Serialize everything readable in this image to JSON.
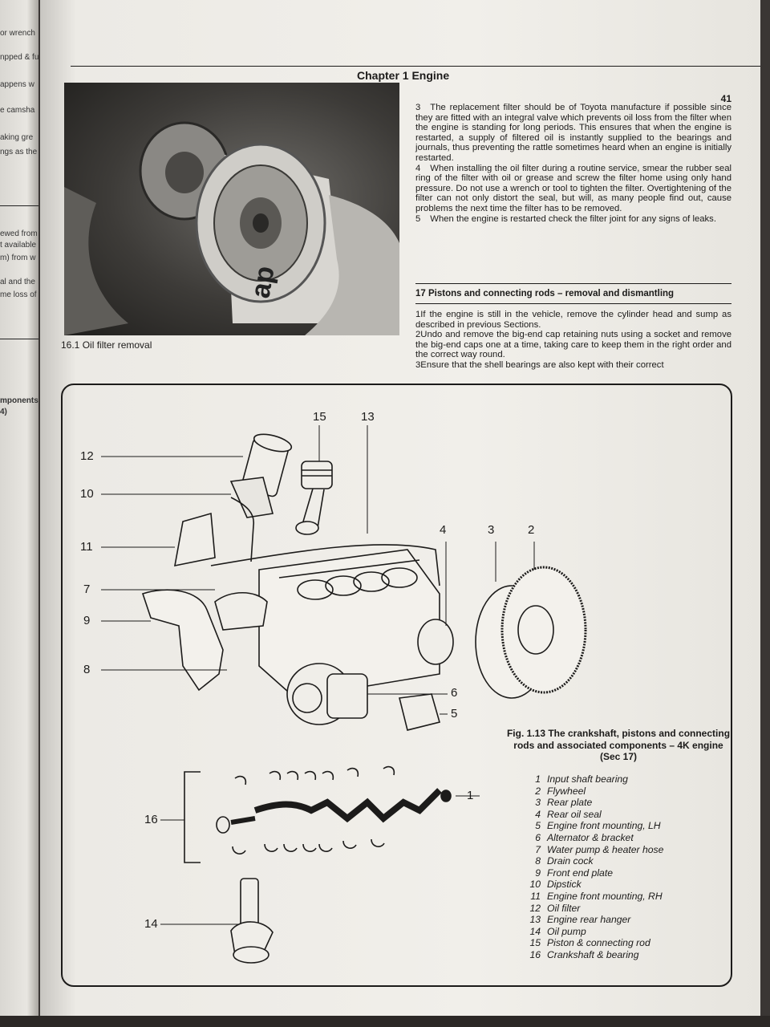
{
  "header": {
    "chapter": "Chapter 1  Engine",
    "page_number": "41"
  },
  "photo": {
    "caption": "16.1 Oil filter removal"
  },
  "body_paragraphs": [
    {
      "num": "3",
      "text": "The replacement filter should be of Toyota manufacture if possible since they are fitted with an integral valve which prevents oil loss from the filter when the engine is standing for long periods. This ensures that when the engine is restarted, a supply of filtered oil is instantly supplied to the bearings and journals, thus preventing the rattle sometimes heard when an engine is initially restarted."
    },
    {
      "num": "4",
      "text": "When installing the oil filter during a routine service, smear the rubber seal ring of the filter with oil or grease and screw the filter home using only hand pressure. Do not use a wrench or tool to tighten the filter. Overtightening of the filter can not only distort the seal, but will, as many people find out, cause problems the next time the filter has to be removed."
    },
    {
      "num": "5",
      "text": "When the engine is restarted check the filter joint for any signs of leaks."
    }
  ],
  "section": {
    "title": "17 Pistons and connecting rods – removal and dismantling"
  },
  "section_paragraphs": [
    {
      "num": "1",
      "text": "If the engine is still in the vehicle, remove the cylinder head and sump as described in previous Sections."
    },
    {
      "num": "2",
      "text": "Undo and remove the big-end cap retaining nuts using a socket and remove the big-end caps one at a time, taking care to keep them in the right order and the correct way round."
    },
    {
      "num": "3",
      "text": "Ensure that the shell bearings are also kept with their correct"
    }
  ],
  "figure": {
    "caption": "Fig. 1.13 The crankshaft, pistons and connecting rods and associated components – 4K engine (Sec 17)",
    "labels": [
      "15",
      "13",
      "12",
      "10",
      "11",
      "4",
      "3",
      "2",
      "7",
      "9",
      "8",
      "6",
      "5",
      "1",
      "16",
      "14"
    ],
    "legend": [
      {
        "num": "1",
        "text": "Input shaft bearing"
      },
      {
        "num": "2",
        "text": "Flywheel"
      },
      {
        "num": "3",
        "text": "Rear plate"
      },
      {
        "num": "4",
        "text": "Rear oil seal"
      },
      {
        "num": "5",
        "text": "Engine front mounting, LH"
      },
      {
        "num": "6",
        "text": "Alternator & bracket"
      },
      {
        "num": "7",
        "text": "Water pump & heater hose"
      },
      {
        "num": "8",
        "text": "Drain cock"
      },
      {
        "num": "9",
        "text": "Front end plate"
      },
      {
        "num": "10",
        "text": "Dipstick"
      },
      {
        "num": "11",
        "text": "Engine front mounting, RH"
      },
      {
        "num": "12",
        "text": "Oil filter"
      },
      {
        "num": "13",
        "text": "Engine rear hanger"
      },
      {
        "num": "14",
        "text": "Oil pump"
      },
      {
        "num": "15",
        "text": "Piston & connecting rod"
      },
      {
        "num": "16",
        "text": "Crankshaft & bearing"
      }
    ]
  },
  "prev_page_fragments": [
    "or wrench",
    "npped & fu",
    "appens w",
    "e camsha",
    "aking gre",
    "ngs as the",
    "ewed from",
    "t available",
    "m) from w",
    "al and the",
    "me loss of",
    "mponents",
    "4)"
  ]
}
